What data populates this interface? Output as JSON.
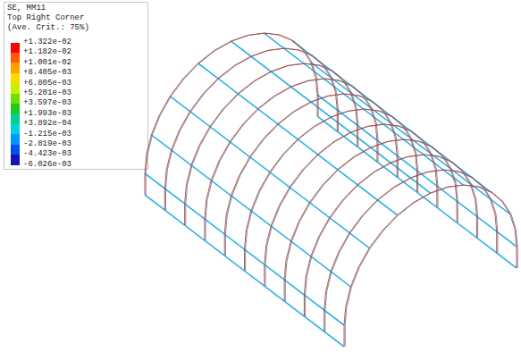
{
  "diagram": {
    "labels": [
      "SE, MM11",
      "Top Right Corner",
      "(Ave. Crit.: 75%)"
    ],
    "legend": [
      {
        "text": "+1.322e-02",
        "color": "#ff0000"
      },
      {
        "text": "+1.182e-02",
        "color": "#ff5a00"
      },
      {
        "text": "+1.001e-02",
        "color": "#ffa000"
      },
      {
        "text": "+8.405e-03",
        "color": "#ffd800"
      },
      {
        "text": "+6.805e-03",
        "color": "#c8f000"
      },
      {
        "text": "+5.201e-03",
        "color": "#6ee000"
      },
      {
        "text": "+3.597e-03",
        "color": "#1ec81e"
      },
      {
        "text": "+1.993e-03",
        "color": "#00d28c"
      },
      {
        "text": "+3.892e-04",
        "color": "#00d2e6"
      },
      {
        "text": "-1.215e-03",
        "color": "#0096ff"
      },
      {
        "text": "-2.819e-03",
        "color": "#0050f0"
      },
      {
        "text": "-4.423e-03",
        "color": "#1414b4"
      },
      {
        "text": "-6.026e-03"
      }
    ]
  }
}
